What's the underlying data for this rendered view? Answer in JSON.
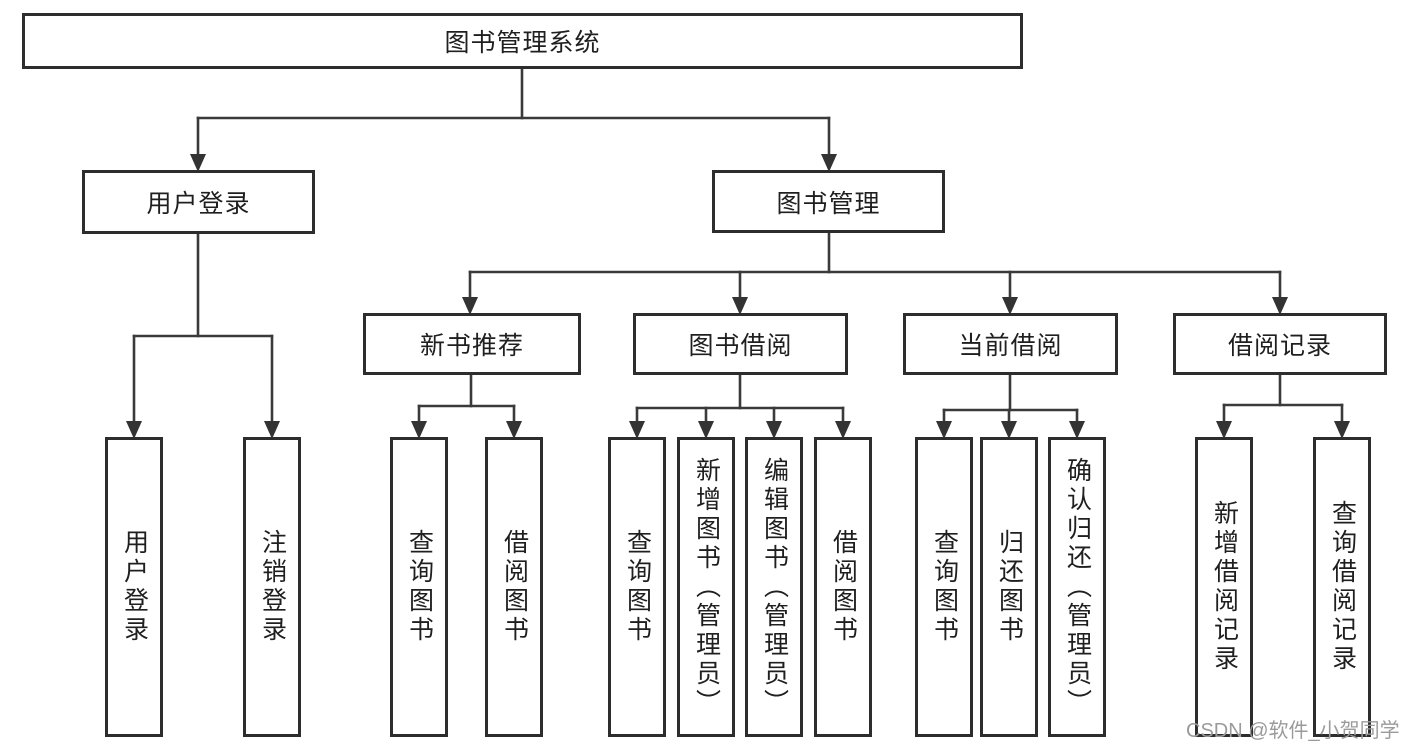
{
  "diagram": {
    "root": {
      "label": "图书管理系统",
      "children": [
        {
          "label": "用户登录",
          "children": [
            {
              "label": "用户登录"
            },
            {
              "label": "注销登录"
            }
          ]
        },
        {
          "label": "图书管理",
          "children": [
            {
              "label": "新书推荐",
              "children": [
                {
                  "label": "查询图书"
                },
                {
                  "label": "借阅图书"
                }
              ]
            },
            {
              "label": "图书借阅",
              "children": [
                {
                  "label": "查询图书"
                },
                {
                  "label": "新增图书（管理员）"
                },
                {
                  "label": "编辑图书（管理员）"
                },
                {
                  "label": "借阅图书"
                }
              ]
            },
            {
              "label": "当前借阅",
              "children": [
                {
                  "label": "查询图书"
                },
                {
                  "label": "归还图书"
                },
                {
                  "label": "确认归还（管理员）"
                }
              ]
            },
            {
              "label": "借阅记录",
              "children": [
                {
                  "label": "新增借阅记录"
                },
                {
                  "label": "查询借阅记录"
                }
              ]
            }
          ]
        }
      ]
    },
    "colors": {
      "box_border": "#2d2d2d",
      "connector": "#3a3a3a",
      "text": "#1f1f1f",
      "watermark": "#9b9b9b",
      "background": "#ffffff"
    }
  },
  "watermark": {
    "text": "CSDN @软件_小贺同学"
  }
}
